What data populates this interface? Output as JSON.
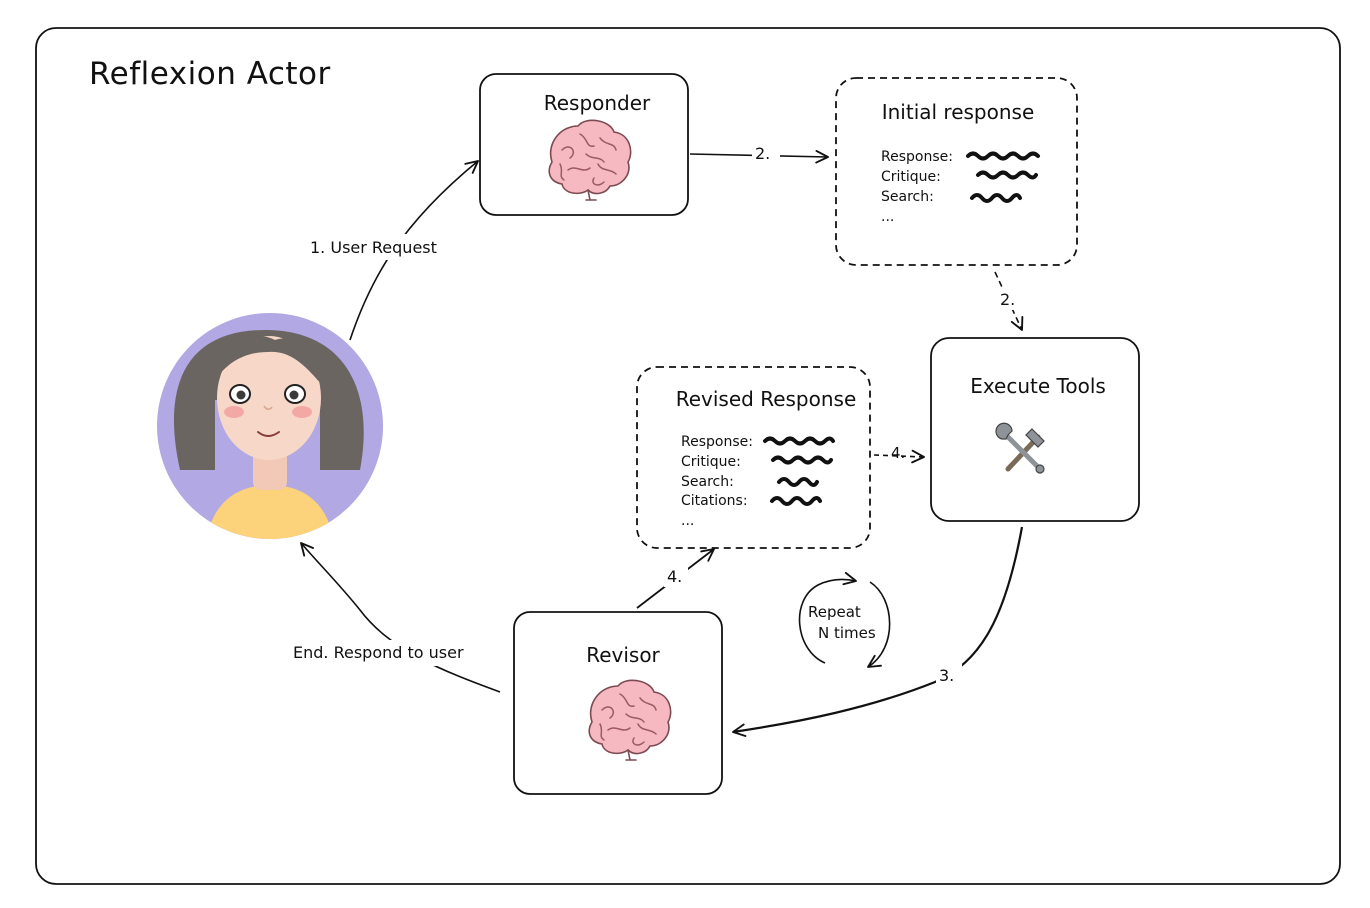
{
  "title": "Reflexion Actor",
  "nodes": {
    "responder": {
      "title": "Responder",
      "icon": "brain-icon"
    },
    "initial_response": {
      "title": "Initial response",
      "fields": [
        "Response:",
        "Critique:",
        "Search:",
        "..."
      ]
    },
    "execute_tools": {
      "title": "Execute Tools",
      "icon": "hammer-and-wrench-icon"
    },
    "revised_response": {
      "title": "Revised Response",
      "fields": [
        "Response:",
        "Critique:",
        "Search:",
        "Citations:",
        "..."
      ]
    },
    "revisor": {
      "title": "Revisor",
      "icon": "brain-icon"
    },
    "user": {
      "icon": "user-avatar"
    }
  },
  "edges": {
    "user_request": "1. User Request",
    "responder_to_initial": "2.",
    "initial_to_tools": "2.",
    "tools_to_revisor": "3.",
    "revisor_to_revised": "4.",
    "revised_to_tools": "4.",
    "end": "End. Respond to user"
  },
  "loop_label": [
    "Repeat",
    "N times"
  ],
  "colors": {
    "stroke": "#111111",
    "brain": "#f6b8c1",
    "avatar_bg": "#b2a8e4",
    "hair": "#6b6562",
    "skin": "#f7d8c8",
    "shirt": "#fcd27a"
  }
}
